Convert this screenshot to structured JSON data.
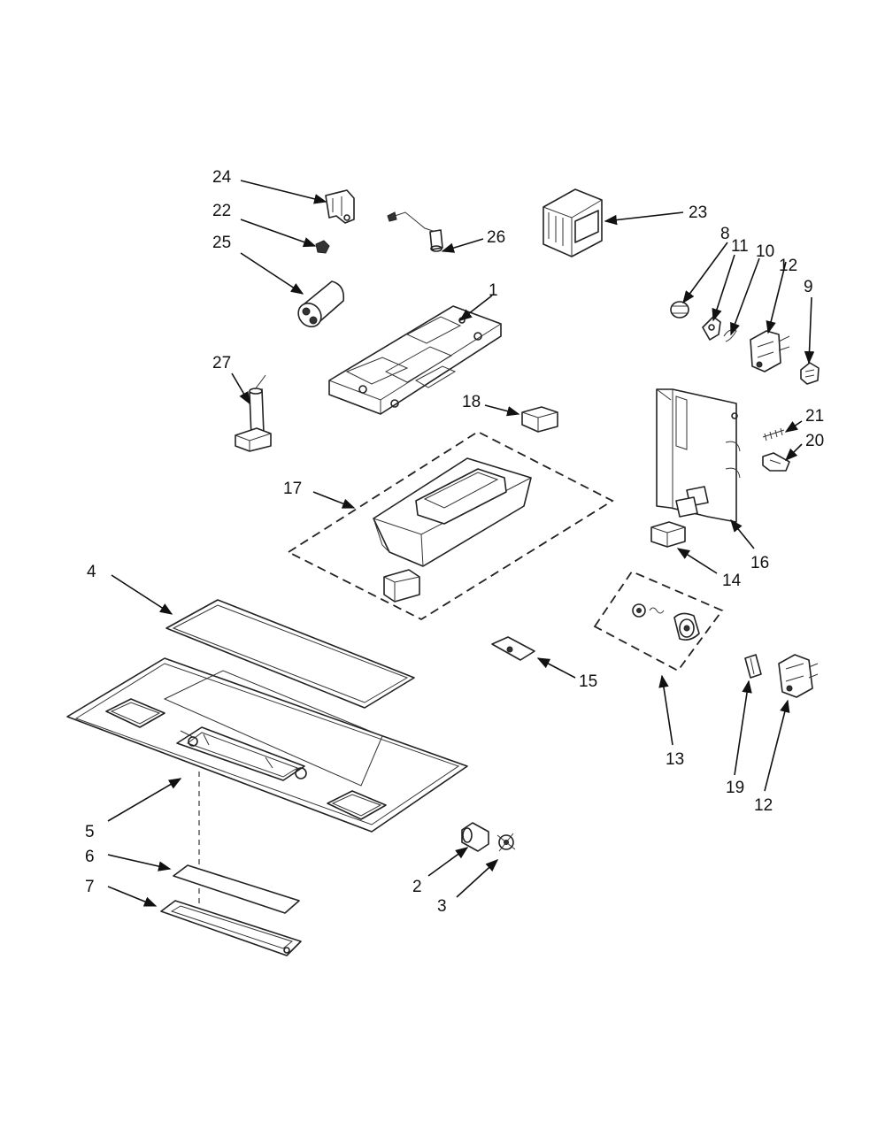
{
  "callouts": [
    {
      "id": "c24",
      "label": "24"
    },
    {
      "id": "c22",
      "label": "22"
    },
    {
      "id": "c25",
      "label": "25"
    },
    {
      "id": "c26",
      "label": "26"
    },
    {
      "id": "c23",
      "label": "23"
    },
    {
      "id": "c8",
      "label": "8"
    },
    {
      "id": "c11",
      "label": "11"
    },
    {
      "id": "c10",
      "label": "10"
    },
    {
      "id": "c12a",
      "label": "12"
    },
    {
      "id": "c9",
      "label": "9"
    },
    {
      "id": "c1",
      "label": "1"
    },
    {
      "id": "c27",
      "label": "27"
    },
    {
      "id": "c18",
      "label": "18"
    },
    {
      "id": "c21",
      "label": "21"
    },
    {
      "id": "c20",
      "label": "20"
    },
    {
      "id": "c17",
      "label": "17"
    },
    {
      "id": "c16",
      "label": "16"
    },
    {
      "id": "c14",
      "label": "14"
    },
    {
      "id": "c4",
      "label": "4"
    },
    {
      "id": "c15",
      "label": "15"
    },
    {
      "id": "c13",
      "label": "13"
    },
    {
      "id": "c19",
      "label": "19"
    },
    {
      "id": "c12b",
      "label": "12"
    },
    {
      "id": "c5",
      "label": "5"
    },
    {
      "id": "c6",
      "label": "6"
    },
    {
      "id": "c7",
      "label": "7"
    },
    {
      "id": "c2",
      "label": "2"
    },
    {
      "id": "c3",
      "label": "3"
    }
  ]
}
